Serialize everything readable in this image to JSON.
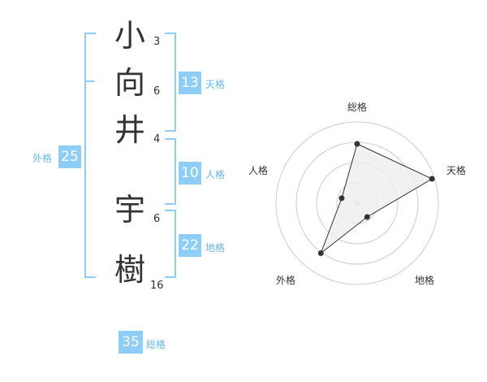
{
  "name": {
    "chars": [
      {
        "char": "小",
        "strokes": "3"
      },
      {
        "char": "向",
        "strokes": "6"
      },
      {
        "char": "井",
        "strokes": "4"
      },
      {
        "char": "宇",
        "strokes": "6"
      },
      {
        "char": "樹",
        "strokes": "16"
      }
    ]
  },
  "grids": {
    "tenkaku": {
      "score": "13",
      "label": "天格"
    },
    "jinkaku": {
      "score": "10",
      "label": "人格"
    },
    "chikaku": {
      "score": "22",
      "label": "地格"
    },
    "gaikaku": {
      "score": "25",
      "label": "外格"
    },
    "soukaku": {
      "score": "35",
      "label": "総格"
    }
  },
  "chart_data": {
    "type": "radar",
    "axes": [
      "総格",
      "天格",
      "地格",
      "外格",
      "人格"
    ],
    "rings": 4,
    "values": [
      0.73,
      0.97,
      0.21,
      0.76,
      0.2
    ],
    "colors": {
      "fill": "#eeeeee",
      "line": "#333333",
      "point": "#333333",
      "grid": "#cccccc"
    }
  }
}
